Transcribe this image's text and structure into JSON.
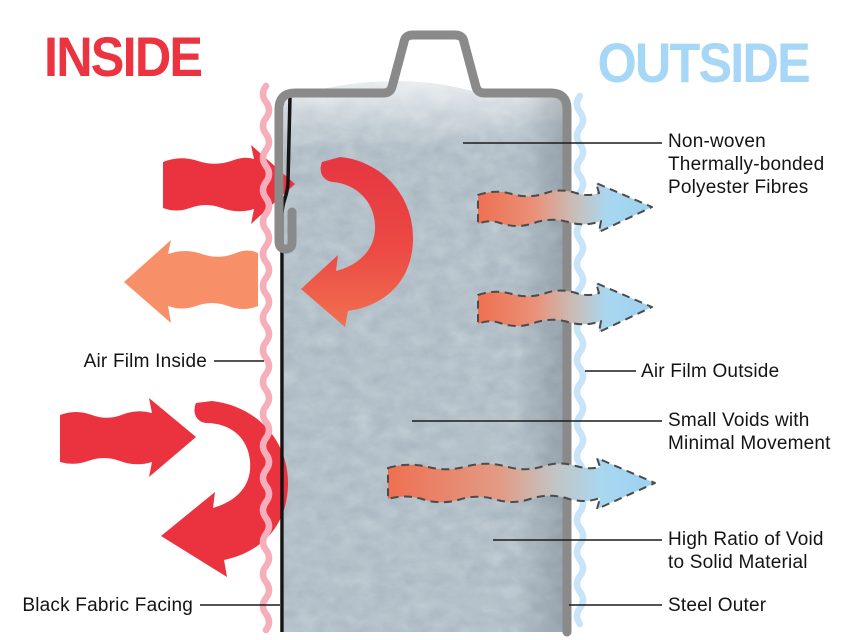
{
  "titles": {
    "inside": "INSIDE",
    "outside": "OUTSIDE"
  },
  "labels": {
    "non_woven": "Non-woven\nThermally-bonded\nPolyester Fibres",
    "air_film_inside": "Air Film Inside",
    "air_film_outside": "Air Film Outside",
    "small_voids": "Small Voids with\nMinimal Movement",
    "high_ratio": "High Ratio of Void\nto Solid Material",
    "steel_outer": "Steel Outer",
    "black_fabric_facing": "Black Fabric Facing"
  },
  "colors": {
    "inside_title": "#EC3340",
    "outside_title": "#A6D7F6",
    "hot_arrow": "#EA333E",
    "reflected_arrow": "#F79069",
    "gradient_arrow_hot": "#EE7051",
    "gradient_arrow_cold": "#9CD1F0",
    "steel_frame": "#8A8A8A",
    "black_fabric": "#151515",
    "air_film_inside_wave": "#F6AFBA",
    "air_film_outside_wave": "#C6E5F8",
    "insulation_base": "#CDD6DC",
    "label_text": "#141414",
    "leader_line": "#1C1C1C",
    "dashed_outline": "#4B4B4B"
  },
  "icons": {
    "heat_in": "wavy-right-arrow",
    "heat_reflected": "wavy-left-arrow",
    "convection_loop": "curved-cycle-arrow",
    "heat_transfer": "dashed-gradient-arrow",
    "air_film": "vertical-squiggle-line"
  }
}
